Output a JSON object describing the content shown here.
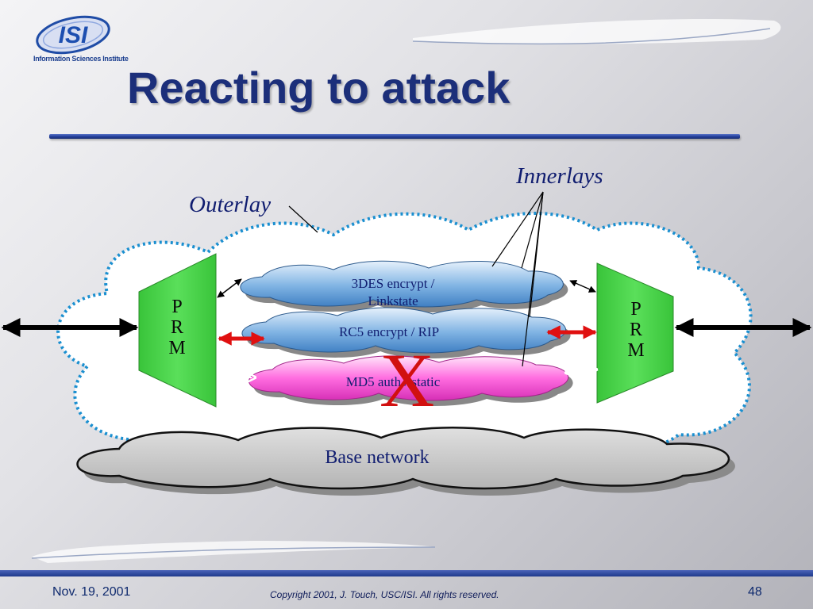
{
  "slide": {
    "title": "Reacting to attack",
    "logo": {
      "mark": "ISI",
      "subtitle": "Information Sciences Institute"
    },
    "footer": {
      "date": "Nov. 19, 2001",
      "copyright": "Copyright 2001, J. Touch, USC/ISI.  All rights reserved.",
      "page": "48"
    }
  },
  "diagram": {
    "outerlay_label": "Outerlay",
    "innerlays_label": "Innerlays",
    "prm_left": [
      "P",
      "R",
      "M"
    ],
    "prm_right": [
      "P",
      "R",
      "M"
    ],
    "clouds": {
      "des": {
        "line1": "3DES  encrypt /",
        "line2": "Linkstate"
      },
      "rc5": "RC5  encrypt / RIP",
      "md5": "MD5 auth / static",
      "base": "Base network"
    },
    "attack_mark": "X",
    "colors": {
      "title": "#1c2f7a",
      "prm_fill": "#4ad14a",
      "crypto_cloud": "#7fb3e3",
      "auth_cloud": "#ff6ce0",
      "base_cloud": "#c4c4c4",
      "outer_cloud_border": "#1a8fd0",
      "attack": "#d11010",
      "rule": "#223e9a"
    }
  }
}
